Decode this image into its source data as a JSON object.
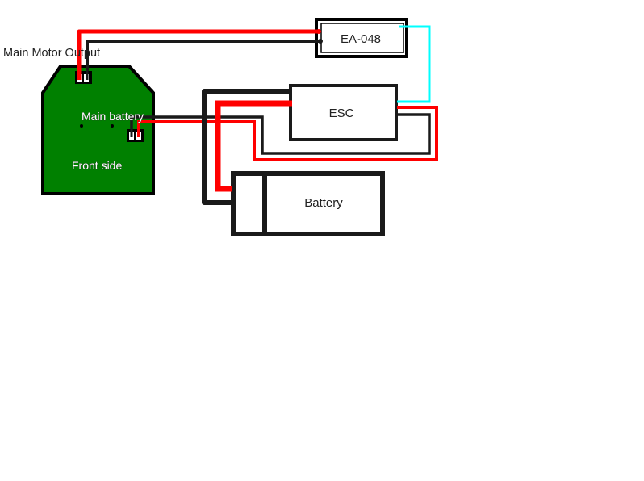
{
  "labels": {
    "main_motor_output": "Main Motor Output",
    "main_battery": "Main battery",
    "front_side": "Front side",
    "ea048": "EA-048",
    "esc": "ESC",
    "battery": "Battery"
  },
  "colors": {
    "board": "#008000",
    "positive_wire": "#ff0000",
    "negative_wire": "#1a1a1a",
    "signal_wire": "#00ffff"
  }
}
